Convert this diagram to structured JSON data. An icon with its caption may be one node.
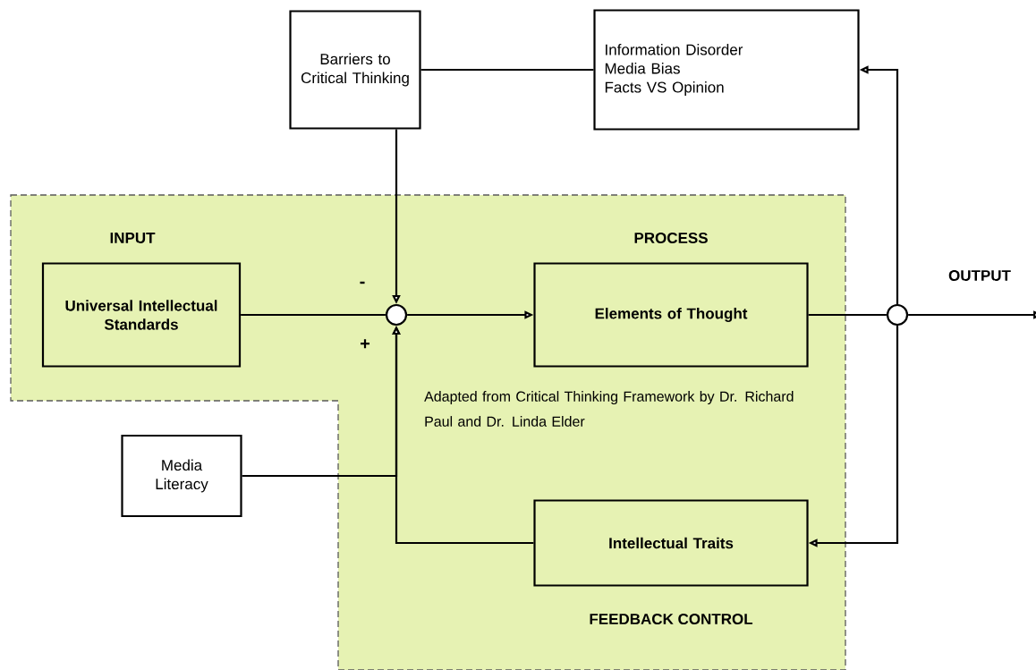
{
  "diagram": {
    "nodes": [
      {
        "text": [
          "Barriers to Critical Thinking"
        ]
      },
      {
        "text": [
          "Information Disorder",
          "Media Bias",
          "Facts VS Opinion"
        ]
      },
      {
        "text": [
          "Universal Intellectual Standards"
        ]
      },
      {
        "text": [],
        "shape": "circle"
      },
      {
        "text": [
          "Elements of Thought"
        ]
      },
      {
        "text": [],
        "shape": "circle"
      },
      {
        "text": [
          "Media Literacy"
        ]
      },
      {
        "text": [
          "Intellectual Traits"
        ]
      }
    ],
    "edges": [
      {
        "from": 1,
        "to": 0,
        "arrow": "none"
      },
      {
        "from": 0,
        "to": 3,
        "arrow": "to"
      },
      {
        "from": 2,
        "to": 3,
        "arrow": "none"
      },
      {
        "from": 3,
        "to": 4,
        "arrow": "to"
      },
      {
        "from": 4,
        "to": 5,
        "arrow": "none"
      },
      {
        "from": 5,
        "to": null,
        "arrow": "to"
      },
      {
        "from": 5,
        "to": 1,
        "arrow": "to"
      },
      {
        "from": 5,
        "to": 7,
        "arrow": "to"
      },
      {
        "from": 7,
        "to": 3,
        "arrow": "to"
      },
      {
        "from": 6,
        "to": 3,
        "arrow": "to"
      }
    ],
    "labels": [
      "INPUT",
      "PROCESS",
      "OUTPUT",
      "-",
      "+",
      "Adapted from Critical Thinking Framework by Dr. Richard Paul and Dr. Linda Elder",
      "FEEDBACK CONTROL"
    ]
  }
}
